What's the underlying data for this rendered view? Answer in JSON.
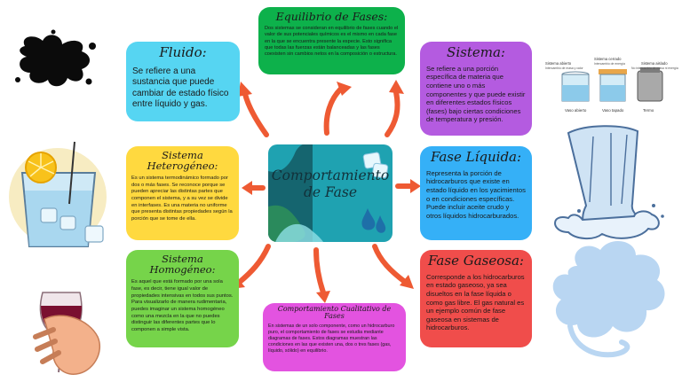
{
  "center": {
    "title": "Comportamiento de Fase"
  },
  "cards": {
    "equilibrio": {
      "title": "Equilibrio de Fases:",
      "body": "Dos sistemas se consideran en equilibrio de fases cuando el valor de sus potenciales químicos es el mismo en cada fase en la que se encuentra presente la especie. Esto significa que todas las fuerzas están balanceadas y las fases coexisten sin cambios netos en la composición o estructura."
    },
    "fluido": {
      "title": "Fluido:",
      "body": "Se refiere a una sustancia que puede cambiar de estado físico entre líquido y gas."
    },
    "sistema": {
      "title": "Sistema:",
      "body": "Se refiere a una porción específica de materia que contiene uno o más componentes y que puede existir en diferentes estados físicos (fases) bajo ciertas condiciones de temperatura y presión."
    },
    "heterogeneo": {
      "title": "Sistema Heterogéneo:",
      "body": "Es un sistema termodinámico formado por dos o más fases. Se reconoce porque se pueden apreciar las distintas partes que componen el sistema, y a su vez se divide en interfases. Es una materia no uniforme que presenta distintas propiedades según la porción que se tome de ella."
    },
    "liquida": {
      "title": "Fase Líquida:",
      "body": "Representa la porción de hidrocarburos que existe en estado líquido en los yacimientos o en condiciones específicas. Puede incluir aceite crudo y otros líquidos hidrocarburados."
    },
    "homogeneo": {
      "title": "Sistema Homogéneo:",
      "body": "Es aquel que está formado por una sola fase, es decir, tiene igual valor de propiedades intensivas en todos sus puntos. Para visualizarlo de manera rudimentaria, puedes imaginar un sistema homogéneo como una mezcla en la que no puedes distinguir las diferentes partes que lo componen a simple vista."
    },
    "cualitativo": {
      "title": "Comportamiento Cualitativo de Fases",
      "body": "En sistemas de un solo componente, como un hidrocarburo puro, el comportamiento de fases se estudia mediante diagramas de fases. Estos diagramas muestran las condiciones en las que existen una, dos o tres fases (gas, líquido, sólido) en equilibrio."
    },
    "gaseosa": {
      "title": "Fase Gaseosa:",
      "body": "Corresponde a los hidrocarburos en estado gaseoso, ya sea disueltos en la fase líquida o como gas libre. El gas natural es un ejemplo común de fase gaseosa en sistemas de hidrocarburos."
    }
  },
  "containers_figure": {
    "labels": [
      "Sistema abierto",
      "Sistema cerrado",
      "Sistema aislado"
    ],
    "captions": [
      "Intercambio de masa y calor",
      "Intercambio de energía",
      "No intercambio de masa ni energía"
    ],
    "bottom": [
      "Vaso abierto",
      "Vaso tapado",
      "Termo"
    ]
  },
  "colors": {
    "green": "#0db14b",
    "sky": "#56d5f2",
    "purple": "#b45be0",
    "yellow": "#ffd93f",
    "blue": "#35b0f7",
    "lime": "#76d44a",
    "magenta": "#e353e0",
    "red": "#f04d4b",
    "arrow": "#ee5a33",
    "center": "#1fa2b1"
  }
}
